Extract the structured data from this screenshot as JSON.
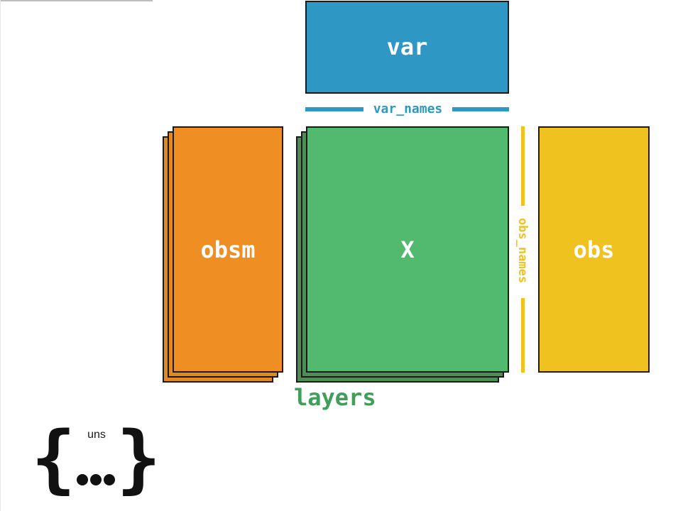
{
  "diagram": {
    "var": {
      "label": "var"
    },
    "var_names": {
      "label": "var_names"
    },
    "X": {
      "label": "X"
    },
    "obsm": {
      "label": "obsm"
    },
    "obs": {
      "label": "obs"
    },
    "obs_names": {
      "label": "obs_names"
    },
    "layers": {
      "label": "layers"
    },
    "uns": {
      "label": "uns",
      "brace_open": "{",
      "brace_close": "}"
    }
  },
  "colors": {
    "var": "#2f97c3",
    "X": "#52ba6e",
    "layers": "#4f8d56",
    "obsm": "#ef8f23",
    "obs": "#efc220",
    "outline": "#1a1a1a"
  }
}
